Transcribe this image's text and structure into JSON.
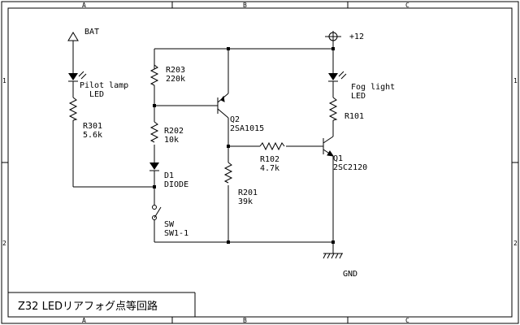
{
  "frame": {
    "columns": [
      "A",
      "B",
      "C"
    ],
    "rows": [
      "1",
      "2"
    ]
  },
  "title": "Z32 LEDリアフォグ点等回路",
  "nodes": {
    "bat": "BAT",
    "vcc": "+12",
    "gnd": "GND"
  },
  "components": {
    "pilot": {
      "name": "Pilot lamp",
      "value": "LED"
    },
    "fog": {
      "name": "Fog light",
      "value": "LED"
    },
    "r203": {
      "name": "R203",
      "value": "220k"
    },
    "r202": {
      "name": "R202",
      "value": "10k"
    },
    "r301": {
      "name": "R301",
      "value": "5.6k"
    },
    "r101": {
      "name": "R101",
      "value": ""
    },
    "r102": {
      "name": "R102",
      "value": "4.7k"
    },
    "r201": {
      "name": "R201",
      "value": "39k"
    },
    "d1": {
      "name": "D1",
      "value": "DIODE"
    },
    "sw": {
      "name": "SW",
      "value": "SW1-1"
    },
    "q1": {
      "name": "Q1",
      "value": "2SC2120"
    },
    "q2": {
      "name": "Q2",
      "value": "2SA1015"
    }
  }
}
